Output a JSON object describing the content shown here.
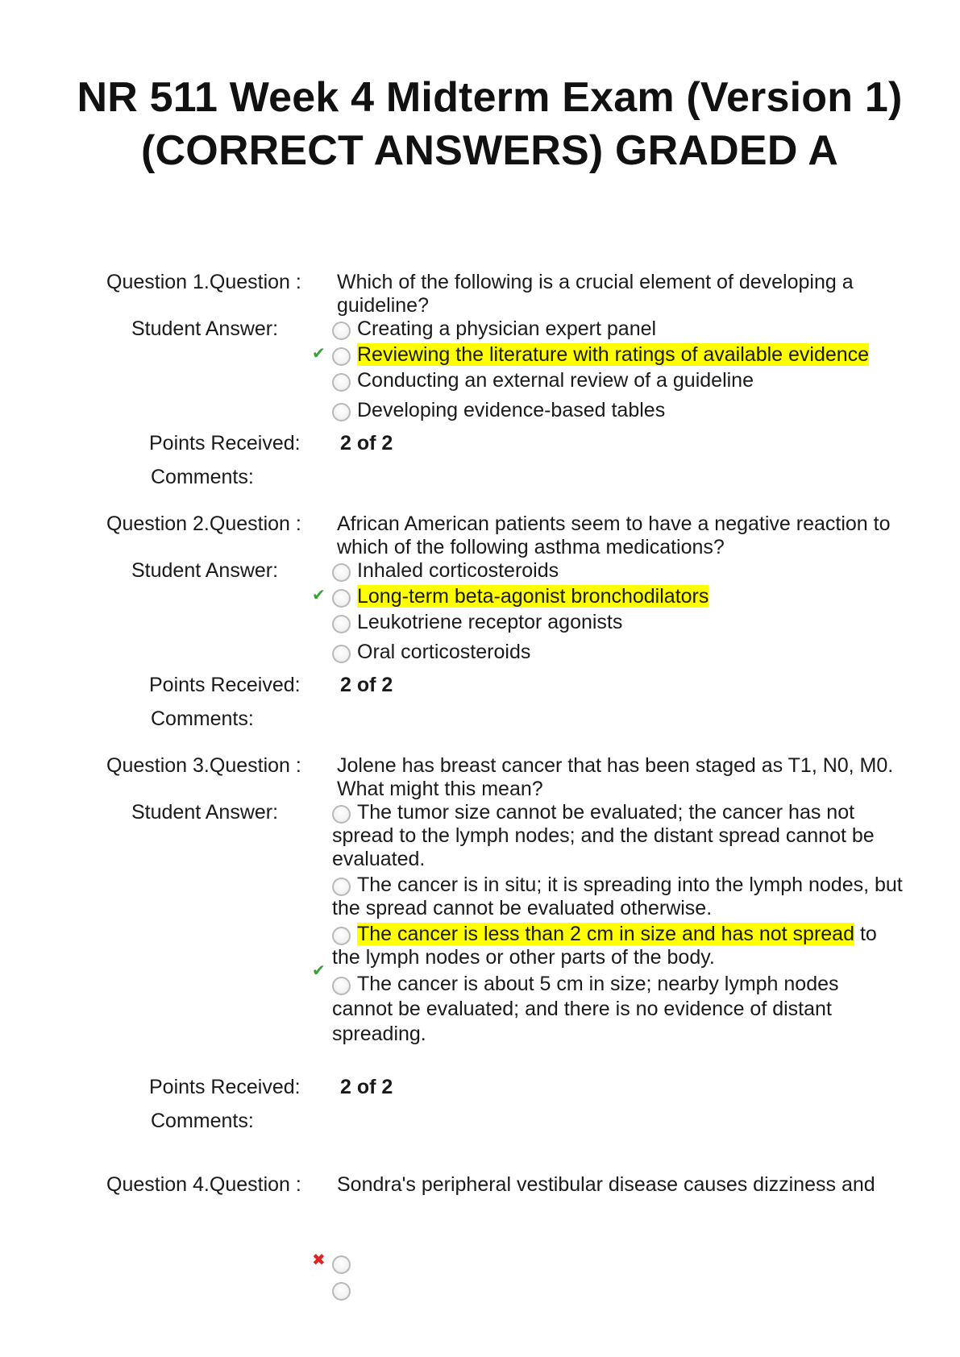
{
  "title": "NR 511 Week 4 Midterm Exam (Version 1) (CORRECT ANSWERS) GRADED A",
  "labels": {
    "question_suffix": ".Question :",
    "student_answer": "Student Answer:",
    "points_received": "Points Received:",
    "comments": "Comments:"
  },
  "questions": [
    {
      "number": "Question 1",
      "text": "Which of the following is a crucial element of developing a guideline?",
      "options": [
        "Creating a physician expert panel",
        "Reviewing the literature with ratings of available evidence",
        "Conducting an external review of a guideline",
        "Developing evidence-based tables"
      ],
      "correct_index": 1,
      "points": "2 of 2"
    },
    {
      "number": "Question 2",
      "text": "African American patients seem to have a negative reaction to which of the following asthma medications?",
      "options": [
        "Inhaled corticosteroids",
        "Long-term beta-agonist bronchodilators",
        "Leukotriene receptor agonists",
        "Oral corticosteroids"
      ],
      "correct_index": 1,
      "points": "2 of 2"
    },
    {
      "number": "Question 3",
      "text": "Jolene has breast cancer that has been staged as T1, N0, M0. What might this mean?",
      "options": [
        "The tumor size cannot be evaluated; the cancer has not spread to the lymph nodes; and the distant spread cannot be evaluated.",
        "The cancer is in situ; it is spreading into the lymph nodes, but the spread cannot be evaluated otherwise.",
        "The cancer is less than 2 cm in size and has not spread to the lymph nodes or other parts of the body.",
        "The cancer is about 5 cm in size; nearby lymph nodes cannot be evaluated; and there is no evidence of distant spreading."
      ],
      "option3_highlight": "The cancer is less than 2 cm in size and has not spread",
      "option3_rest": "to the lymph nodes or other parts of the body.",
      "correct_index": 2,
      "points": "2 of 2"
    },
    {
      "number": "Question 4",
      "text": "Sondra's peripheral vestibular disease causes dizziness and"
    }
  ],
  "marks": {
    "check": "✔",
    "cross": "✖"
  }
}
